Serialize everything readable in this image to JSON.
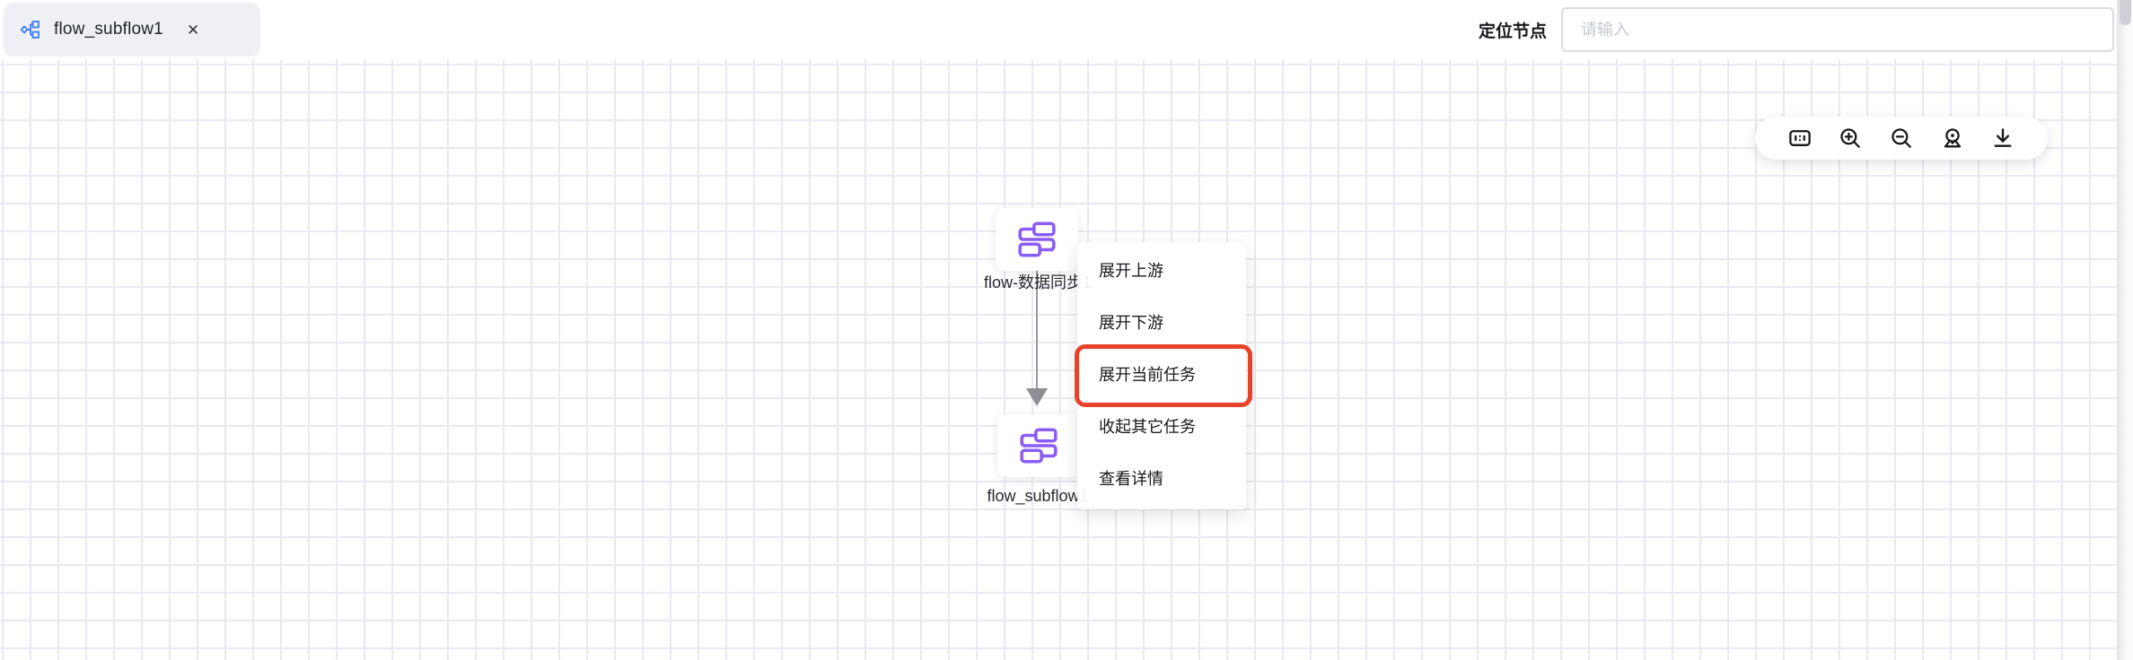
{
  "tab": {
    "title": "flow_subflow1",
    "close_glyph": "✕"
  },
  "header": {
    "locate_label": "定位节点",
    "search_placeholder": "请输入",
    "search_value": ""
  },
  "toolbar": {
    "buttons": [
      "actual-size-1:1",
      "zoom-in",
      "zoom-out",
      "locate-node",
      "download-image"
    ]
  },
  "canvas": {
    "nodes": [
      {
        "label": "flow-数据同步1",
        "type": "subflow"
      },
      {
        "label": "flow_subflow1",
        "type": "subflow"
      }
    ],
    "edge": {
      "from": "flow-数据同步1",
      "to": "flow_subflow1"
    }
  },
  "context_menu": {
    "items": [
      {
        "label": "展开上游",
        "highlighted": false
      },
      {
        "label": "展开下游",
        "highlighted": false
      },
      {
        "label": "展开当前任务",
        "highlighted": true
      },
      {
        "label": "收起其它任务",
        "highlighted": false
      },
      {
        "label": "查看详情",
        "highlighted": false
      }
    ]
  },
  "colors": {
    "node_icon_purple": "#8B5CF6",
    "tab_icon_blue": "#4480F7",
    "annotation_red": "#E8432A",
    "grid_line": "#E9E9F1",
    "edge_gray": "#98989D",
    "tab_bg": "#EEF0F3"
  }
}
